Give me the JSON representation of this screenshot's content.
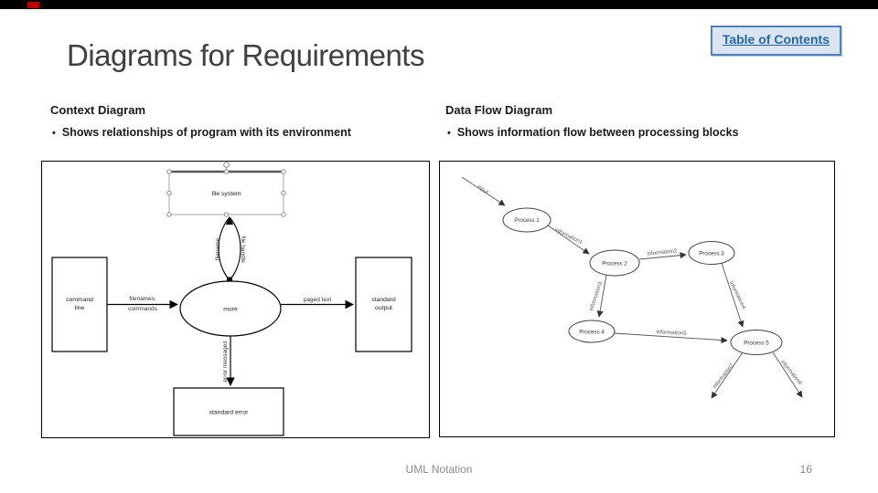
{
  "slide": {
    "title": "Diagrams for Requirements",
    "toc_button": "Table of Contents",
    "footer_text": "UML Notation",
    "page_number": "16"
  },
  "left_section": {
    "heading": "Context Diagram",
    "bullet_char": "•",
    "bullet": "Shows relationships of program with its environment"
  },
  "right_section": {
    "heading": "Data Flow Diagram",
    "bullet_char": "•",
    "bullet": "Shows information flow between processing blocks"
  },
  "context_diagram": {
    "nodes": {
      "file_system": "file system",
      "process": "more",
      "command_line_line1": "command",
      "command_line_line2": "line",
      "standard_output_line1": "standard",
      "standard_output_line2": "output",
      "standard_error": "standard error"
    },
    "edges": {
      "filename": "filename",
      "file_handle": "file handle",
      "filenames_line1": "filenames,",
      "filenames_line2": "commands",
      "paged_text": "paged text",
      "error_messages": "error messages"
    }
  },
  "data_flow_diagram": {
    "nodes": {
      "p1": "Process 1",
      "p2": "Process 2",
      "p3": "Process 3",
      "p4": "Process 4",
      "p5": "Process 5"
    },
    "edges": {
      "input": "input",
      "i1": "information1",
      "i2": "information2",
      "i3": "information3",
      "i4": "information4",
      "i5": "information5",
      "i6": "information6",
      "i7": "information7"
    }
  },
  "colors": {
    "top_bar": "#000000",
    "accent_red": "#c00000",
    "toc_border": "#4f81bd",
    "toc_bg": "#dbe5f1",
    "toc_text": "#2467a9",
    "footer_text": "#8a8a8a"
  }
}
